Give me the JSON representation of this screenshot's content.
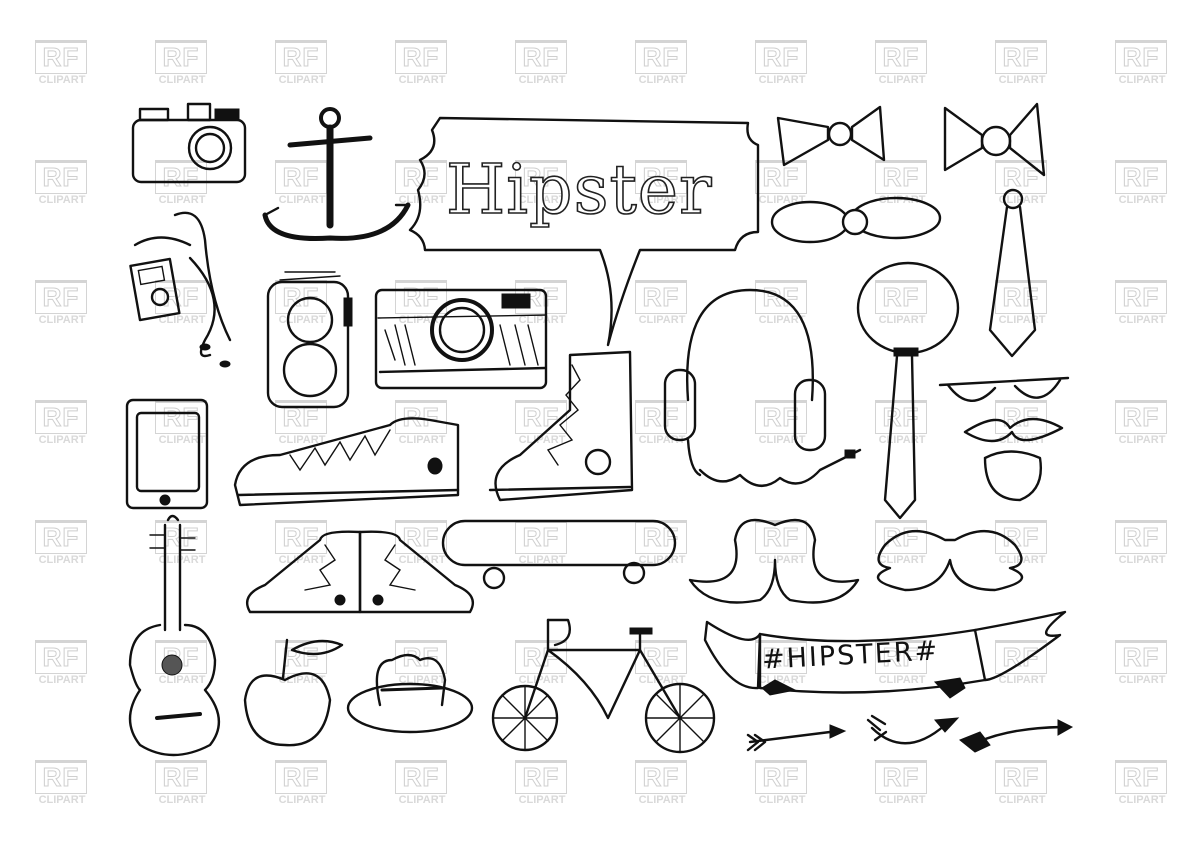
{
  "image": {
    "description": "Hand-drawn black-and-white doodle set of hipster items with watermark grid",
    "background_color": "#ffffff",
    "ink_color": "#111111",
    "watermark_color": "#d4d4d4"
  },
  "watermark": {
    "line1": "RF",
    "line2": "CLIPART",
    "columns_x": [
      35,
      155,
      275,
      395,
      515,
      635,
      755,
      875,
      995,
      1115
    ],
    "rows_y": [
      40,
      160,
      280,
      400,
      520,
      640,
      760
    ]
  },
  "texts": {
    "speech_bubble": "Hipster",
    "ribbon_banner": "#HIPSTER#"
  },
  "items": [
    {
      "name": "Compact camera",
      "icon": "camera-icon"
    },
    {
      "name": "Anchor",
      "icon": "anchor-icon"
    },
    {
      "name": "Speech bubble",
      "icon": "speech-bubble-icon"
    },
    {
      "name": "Bow tie (small)",
      "icon": "bow-tie-icon"
    },
    {
      "name": "Bow tie (large)",
      "icon": "bow-tie-icon"
    },
    {
      "name": "Bow tie (rounded)",
      "icon": "bow-tie-icon"
    },
    {
      "name": "Necktie",
      "icon": "necktie-icon"
    },
    {
      "name": "MP3 player with earphones",
      "icon": "music-player-icon"
    },
    {
      "name": "Twin-lens reflex camera",
      "icon": "tlr-camera-icon"
    },
    {
      "name": "Rangefinder camera",
      "icon": "rangefinder-camera-icon"
    },
    {
      "name": "Headphones",
      "icon": "headphones-icon"
    },
    {
      "name": "Head with tie",
      "icon": "head-tie-icon"
    },
    {
      "name": "Glasses, mustache and beard",
      "icon": "hipster-face-icon"
    },
    {
      "name": "Smartphone",
      "icon": "smartphone-icon"
    },
    {
      "name": "Low-top sneaker",
      "icon": "sneaker-icon"
    },
    {
      "name": "High-top sneaker",
      "icon": "hightop-icon"
    },
    {
      "name": "Pair of high-tops",
      "icon": "shoes-pair-icon"
    },
    {
      "name": "Skateboard",
      "icon": "skateboard-icon"
    },
    {
      "name": "Mustache (tall curl)",
      "icon": "mustache-icon"
    },
    {
      "name": "Mustache (wide curl)",
      "icon": "mustache-icon"
    },
    {
      "name": "Acoustic guitar",
      "icon": "guitar-icon"
    },
    {
      "name": "Apple",
      "icon": "apple-icon"
    },
    {
      "name": "Fedora hat",
      "icon": "hat-icon"
    },
    {
      "name": "Bicycle",
      "icon": "bicycle-icon"
    },
    {
      "name": "Ribbon banner",
      "icon": "ribbon-icon"
    },
    {
      "name": "Arrows",
      "icon": "arrow-icon"
    }
  ]
}
